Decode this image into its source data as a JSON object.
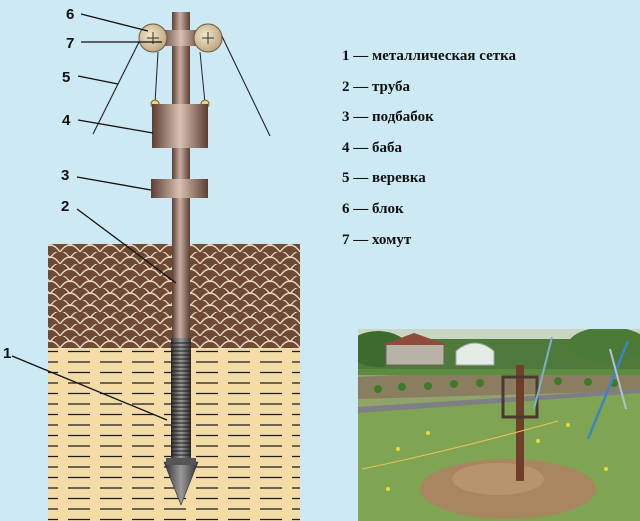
{
  "labels": [
    {
      "num": "6",
      "name": "блок"
    },
    {
      "num": "7",
      "name": "хомут"
    },
    {
      "num": "5",
      "name": "веревка"
    },
    {
      "num": "4",
      "name": "баба"
    },
    {
      "num": "3",
      "name": "подбабок"
    },
    {
      "num": "2",
      "name": "труба"
    },
    {
      "num": "1",
      "name": "металлическая сетка"
    }
  ],
  "legend": [
    {
      "text": "1 — металлическая сетка"
    },
    {
      "text": "2 — труба"
    },
    {
      "text": "3 — подбабок"
    },
    {
      "text": "4 — баба"
    },
    {
      "text": "5 — веревка"
    },
    {
      "text": "6 — блок"
    },
    {
      "text": "7 — хомут"
    }
  ],
  "colors": {
    "background": "#cde9f4",
    "soil_brown": "#6e4a34",
    "sand": "#f3dca6",
    "pipe": "#9b7c6e"
  },
  "photo": {
    "subject": "garden-well-driving-photo"
  }
}
